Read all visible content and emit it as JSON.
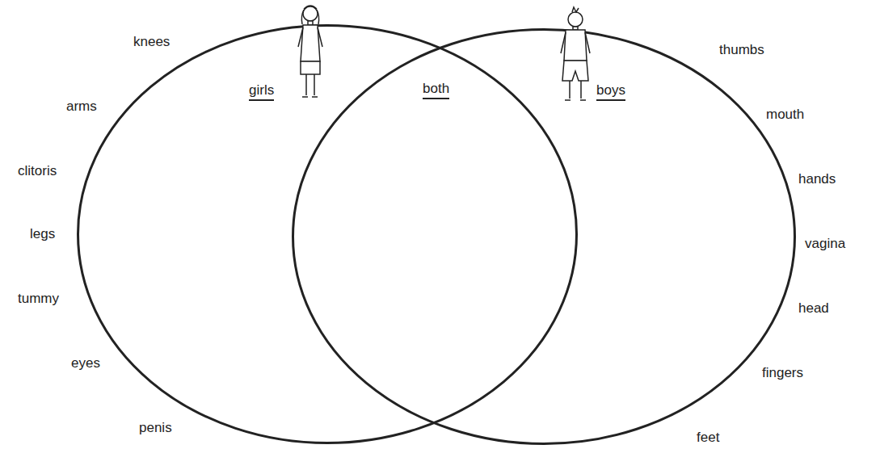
{
  "diagram": {
    "nodes": [
      {
        "text": [
          "girls"
        ]
      },
      {
        "text": [
          "boys"
        ]
      }
    ],
    "labels": [
      "both",
      "knees",
      "arms",
      "clitoris",
      "legs",
      "tummy",
      "eyes",
      "penis",
      "thumbs",
      "mouth",
      "hands",
      "vagina",
      "head",
      "fingers",
      "feet"
    ]
  }
}
